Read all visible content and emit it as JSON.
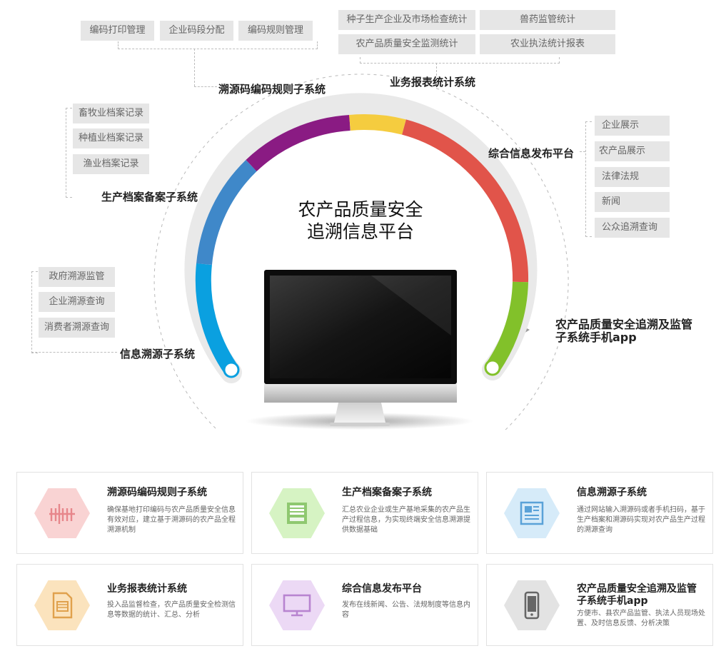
{
  "page_title": "农产品质量安全追溯信息平台",
  "center_title_line1": "农产品质量安全",
  "center_title_line2": "追溯信息平台",
  "top_left_tags": [
    "编码打印管理",
    "企业码段分配",
    "编码规则管理"
  ],
  "top_right_tags": [
    "种子生产企业及市场检查统计",
    "兽药监管统计",
    "农产品质量安全监测统计",
    "农业执法统计报表"
  ],
  "left_mid_tags": [
    "畜牧业档案记录",
    "种植业档案记录",
    "渔业档案记录"
  ],
  "left_low_tags": [
    "政府溯源监管",
    "企业溯源查询",
    "消费者溯源查询"
  ],
  "right_tags": [
    "企业展示",
    "农产品展示",
    "法律法规",
    "新闻",
    "公众追溯查询"
  ],
  "categories": {
    "coding": "溯源码编码规则子系统",
    "reports": "业务报表统计系统",
    "publish": "综合信息发布平台",
    "archive": "生产档案备案子系统",
    "trace": "信息溯源子系统",
    "app_line1": "农产品质量安全追溯及监管",
    "app_line2": "子系统手机app"
  },
  "arc_colors": {
    "cyan": "#0aa0e0",
    "blue": "#3f88c9",
    "purple": "#8a1b83",
    "yellow": "#f5cc3f",
    "red": "#e1544a",
    "green": "#82c12a"
  },
  "cards": [
    {
      "title": "溯源码编码规则子系统",
      "desc": "确保基地打印编码与农产品质量安全信息有效对应，建立基于溯源码的农产品全程溯源机制",
      "icon": "barcode-icon",
      "hex_color": "#f9d3d3",
      "icon_color": "#e7868b"
    },
    {
      "title": "生产档案备案子系统",
      "desc": "汇总农业企业或生产基地采集的农产品生产过程信息，为实现终端安全信息溯源提供数据基础",
      "icon": "archive-box-icon",
      "hex_color": "#d6f3c3",
      "icon_color": "#8fc870"
    },
    {
      "title": "信息溯源子系统",
      "desc": "通过网站输入溯源码或者手机扫码，基于生产档案和溯源码实现对农产品生产过程的溯源查询",
      "icon": "document-frame-icon",
      "hex_color": "#d6ebf9",
      "icon_color": "#5aa2d8"
    },
    {
      "title": "业务报表统计系统",
      "desc": "投入品监督检查，农产品质量安全检测信息等数据的统计、汇总、分析",
      "icon": "report-icon",
      "hex_color": "#fbe3bd",
      "icon_color": "#e0a14d"
    },
    {
      "title": "综合信息发布平台",
      "desc": "发布在线新闻、公告、法规制度等信息内容",
      "icon": "monitor-icon",
      "hex_color": "#ecd9f5",
      "icon_color": "#b884d0"
    },
    {
      "title": "农产品质量安全追溯及监管子系统手机app",
      "title_line1": "农产品质量安全追溯及监管",
      "title_line2": "子系统手机app",
      "desc": "方便市、县农产品监管、执法人员现场处置、及时信息反馈、分析决策",
      "icon": "phone-icon",
      "hex_color": "#e3e3e3",
      "icon_color": "#666666"
    }
  ]
}
